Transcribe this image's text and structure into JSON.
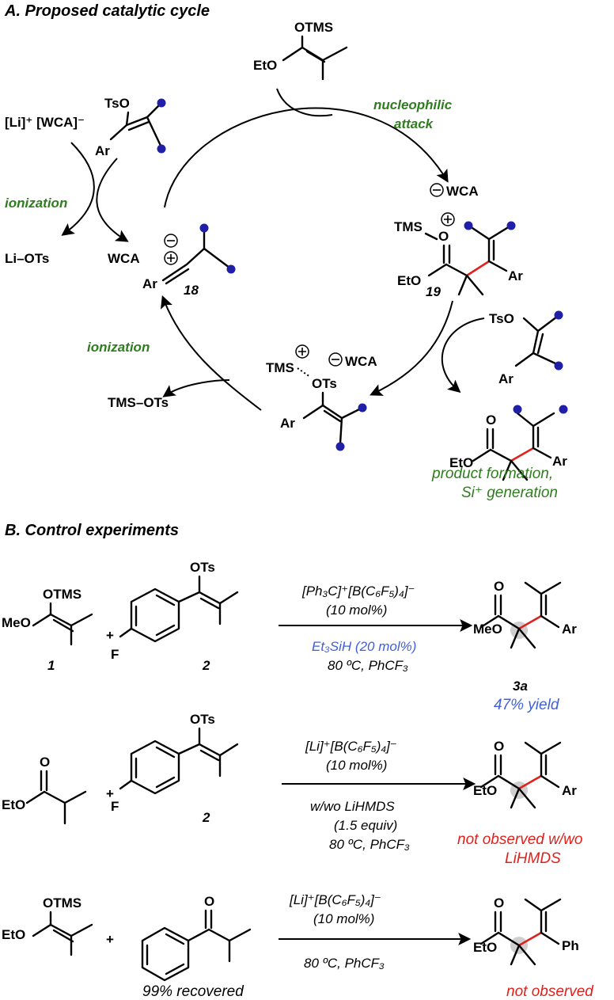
{
  "section_a": {
    "heading": "A. Proposed catalytic cycle",
    "top_reagent": {
      "otms": "OTMS",
      "eto": "EtO"
    },
    "left_reagent": {
      "tso": "TsO",
      "ar": "Ar",
      "salt": "[Li]⁺ [WCA]⁻"
    },
    "label_ionization_top": "ionization",
    "label_ionization_bottom": "ionization",
    "label_nucleophilic_1": "nucleophilic",
    "label_nucleophilic_2": "attack",
    "li_ots": "Li–OTs",
    "tms_ots": "TMS–OTs",
    "cation_18": {
      "wca": "WCA",
      "ar": "Ar",
      "num": "18"
    },
    "intermediate_19": {
      "wca": "WCA",
      "tms": "TMS",
      "o": "O",
      "eto": "EtO",
      "ar": "Ar",
      "num": "19",
      "tso": "TsO",
      "ar2": "Ar"
    },
    "silyl_complex": {
      "tms": "TMS",
      "ots": "OTs",
      "wca": "WCA",
      "ar": "Ar"
    },
    "product": {
      "o": "O",
      "eto": "EtO",
      "ar": "Ar"
    },
    "product_label_1": "product formation,",
    "product_label_2": "Si⁺ generation"
  },
  "section_b": {
    "heading": "B. Control experiments",
    "row1": {
      "r1_otms": "OTMS",
      "r1_meo": "MeO",
      "r1_num": "1",
      "plus": "+",
      "r2_ots": "OTs",
      "r2_f": "F",
      "r2_num": "2",
      "cond1": "[Ph₃C]⁺[B(C₆F₅)₄]⁻",
      "cond2": "(10 mol%)",
      "cond3": "Et₃SiH (20 mol%)",
      "cond4": "80 ºC, PhCF₃",
      "p_o": "O",
      "p_meo": "MeO",
      "p_ar": "Ar",
      "p_num": "3a",
      "result": "47% yield"
    },
    "row2": {
      "r1_o": "O",
      "r1_eto": "EtO",
      "plus": "+",
      "r2_ots": "OTs",
      "r2_f": "F",
      "r2_num": "2",
      "cond1": "[Li]⁺[B(C₆F₅)₄]⁻",
      "cond2": "(10 mol%)",
      "cond3": "w/wo LiHMDS",
      "cond4": "(1.5 equiv)",
      "cond5": "80 ºC, PhCF₃",
      "p_o": "O",
      "p_eto": "EtO",
      "p_ar": "Ar",
      "result1": "not observed w/wo",
      "result2": "LiHMDS"
    },
    "row3": {
      "r1_otms": "OTMS",
      "r1_eto": "EtO",
      "plus": "+",
      "r2_o": "O",
      "r2_note": "99% recovered",
      "cond1": "[Li]⁺[B(C₆F₅)₄]⁻",
      "cond2": "(10 mol%)",
      "cond3": "80 ºC, PhCF₃",
      "p_o": "O",
      "p_eto": "EtO",
      "p_ph": "Ph",
      "result": "not observed"
    }
  }
}
